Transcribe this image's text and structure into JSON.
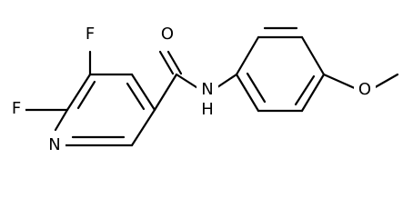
{
  "molecule": {
    "atom_labels": {
      "fluorine_top": "F",
      "fluorine_left": "F",
      "ring_nitrogen": "N",
      "carbonyl_oxygen": "O",
      "amide_nitrogen": "N",
      "amide_hydrogen": "H",
      "ether_oxygen": "O"
    }
  }
}
